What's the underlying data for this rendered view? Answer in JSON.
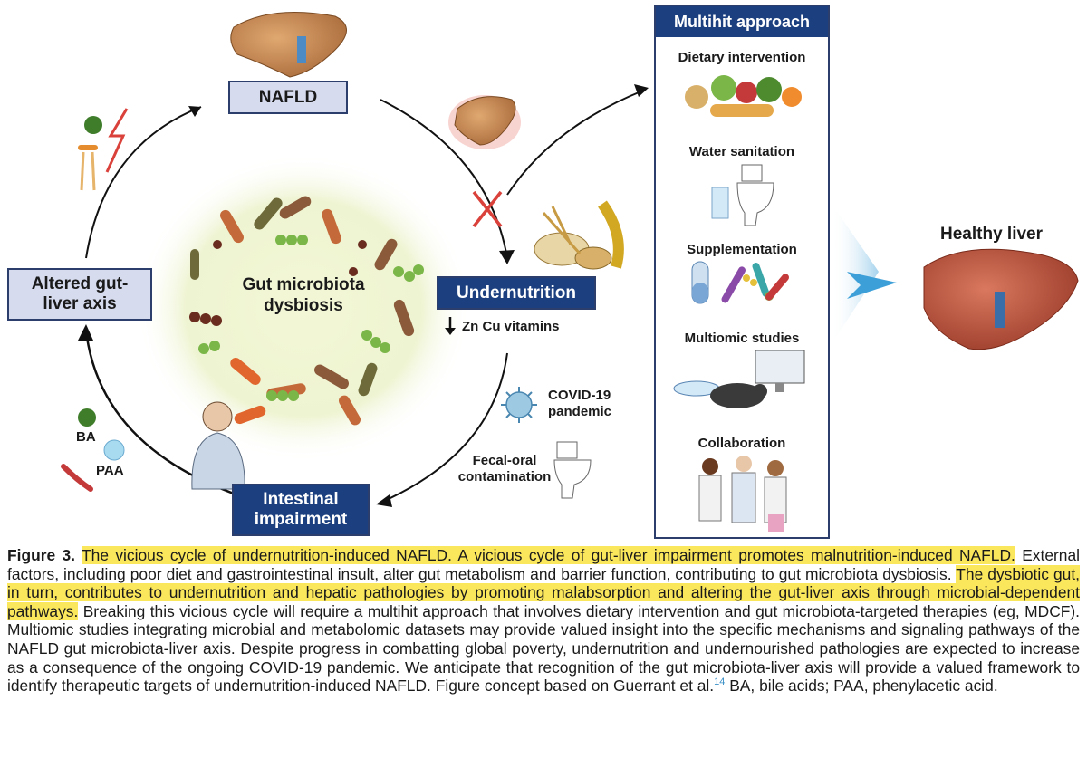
{
  "figure": {
    "nafld_label": "NAFLD",
    "undernutrition_label": "Undernutrition",
    "intestinal_label": "Intestinal impairment",
    "altered_label": "Altered gut-liver axis",
    "center_label": "Gut microbiota dysbiosis",
    "zn_cu_label": "Zn Cu vitamins",
    "covid_label": "COVID-19 pandemic",
    "fecal_label": "Fecal-oral contamination",
    "ba_label": "BA",
    "paa_label": "PAA",
    "healthy_liver_label": "Healthy liver"
  },
  "panel": {
    "title": "Multihit approach",
    "items": [
      "Dietary intervention",
      "Water sanitation",
      "Supplementation",
      "Multiomic studies",
      "Collaboration"
    ]
  },
  "caption": {
    "label": "Figure 3.",
    "h1": "The vicious cycle of undernutrition-induced NAFLD. A vicious cycle of gut-liver impairment promotes malnutrition-induced NAFLD.",
    "t1": " External factors, including poor diet and gastrointestinal insult, alter gut metabolism and barrier function, contributing to gut microbiota dysbiosis. ",
    "h2": "The dysbiotic gut, in turn, contributes to undernutrition and hepatic pathologies by promoting malabsorption and altering the gut-liver axis through microbial-dependent pathways.",
    "t2": " Breaking this vicious cycle will require a multihit approach that involves dietary intervention and gut microbiota-targeted therapies (eg, MDCF). Multiomic studies integrating microbial and metabolomic datasets may provide valued insight into the specific mechanisms and signaling pathways of the NAFLD gut microbiota-liver axis. Despite progress in combatting global poverty, undernutrition and undernourished pathologies are expected to increase as a consequence of the ongoing COVID-19 pandemic. We anticipate that recognition of the gut microbiota-liver axis will provide a valued framework to identify therapeutic targets of undernutrition-induced NAFLD. Figure concept based on Guerrant et al.",
    "ref": "14",
    "t3": " BA, bile acids; PAA, phenylacetic acid."
  },
  "colors": {
    "dark_box": "#1b3f7f",
    "light_box": "#d6dbee",
    "highlight": "#fbe75c",
    "liver": "#b5553d",
    "cross": "#d9413a"
  }
}
